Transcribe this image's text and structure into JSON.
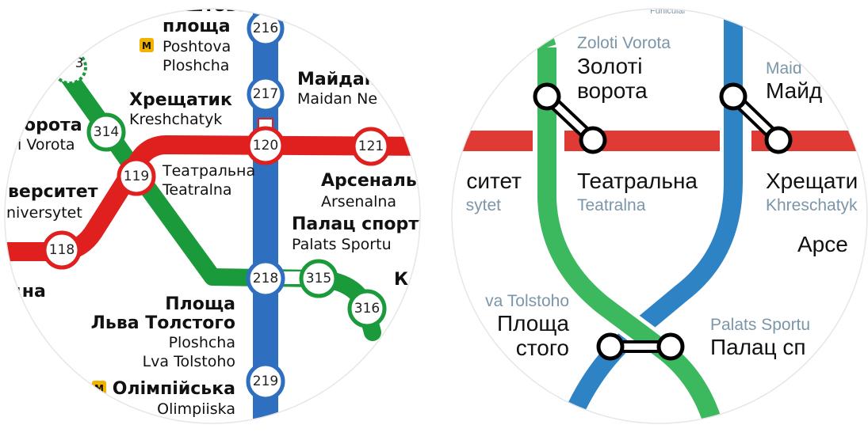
{
  "colors": {
    "red_line": "#e01f1f",
    "green_line": "#1a9a3a",
    "blue_line": "#2e6fc0",
    "new_red": "#e03a35",
    "new_green": "#3cb85f",
    "new_blue": "#2e83c5",
    "latin_new": "#7b96a8",
    "metro_icon": "#f2b300"
  },
  "old_map": {
    "stations": {
      "poshtova": {
        "ua": "площа",
        "lat1": "Poshtova",
        "lat2": "Ploshcha",
        "num": "216"
      },
      "maidan": {
        "ua": "Майдан",
        "lat": "Maidan Ne",
        "num": "217"
      },
      "khreshchatyk": {
        "ua": "Хрещатик",
        "lat": "Kreshchatyk",
        "num": "120"
      },
      "zoloti": {
        "ua": "орота",
        "lat": "i Vorota",
        "num": "314"
      },
      "teatralna": {
        "ua": "Театральна",
        "lat": "Teatralna",
        "num": "119"
      },
      "arsenalna": {
        "ua": "Арсеналь",
        "lat": "Arsenalna",
        "num": "121"
      },
      "universytet": {
        "ua": "верситет",
        "lat": "niversytet",
        "num": "118"
      },
      "palats": {
        "ua": "Палац спорту",
        "lat": "Palats Sportu",
        "num": "218"
      },
      "klovska": {
        "ua": "К",
        "num": "315"
      },
      "pechersk": {
        "num": "316"
      },
      "lva": {
        "ua1": "Площа",
        "ua2": "Льва Толстого",
        "lat1": "Ploshcha",
        "lat2": "Lva Tolstoho"
      },
      "olimpiiska": {
        "ua": "Олімпійська",
        "lat": "Olimpiiska",
        "num": "219"
      },
      "vokzalna": {
        "ua": "дна"
      },
      "partial_top": {
        "num": "3"
      }
    }
  },
  "new_map": {
    "funicular": "Funicular",
    "zoloti": {
      "lat": "Zoloti Vorota",
      "ua1": "Золоті",
      "ua2": "ворота"
    },
    "maidan": {
      "lat": "Maid",
      "ua": "Майд"
    },
    "universytet": {
      "ua": "ситет",
      "lat": "sytet"
    },
    "teatralna": {
      "ua": "Театральна",
      "lat": "Teatralna"
    },
    "khreshchatyk": {
      "ua": "Хрещати",
      "lat": "Khreschatyk"
    },
    "arsenalna": {
      "ua": "Арсе"
    },
    "lva": {
      "lat": "va Tolstoho",
      "ua1": "Площа",
      "ua2": "стого"
    },
    "palats": {
      "lat": "Palats Sportu",
      "ua": "Палац сп"
    }
  }
}
